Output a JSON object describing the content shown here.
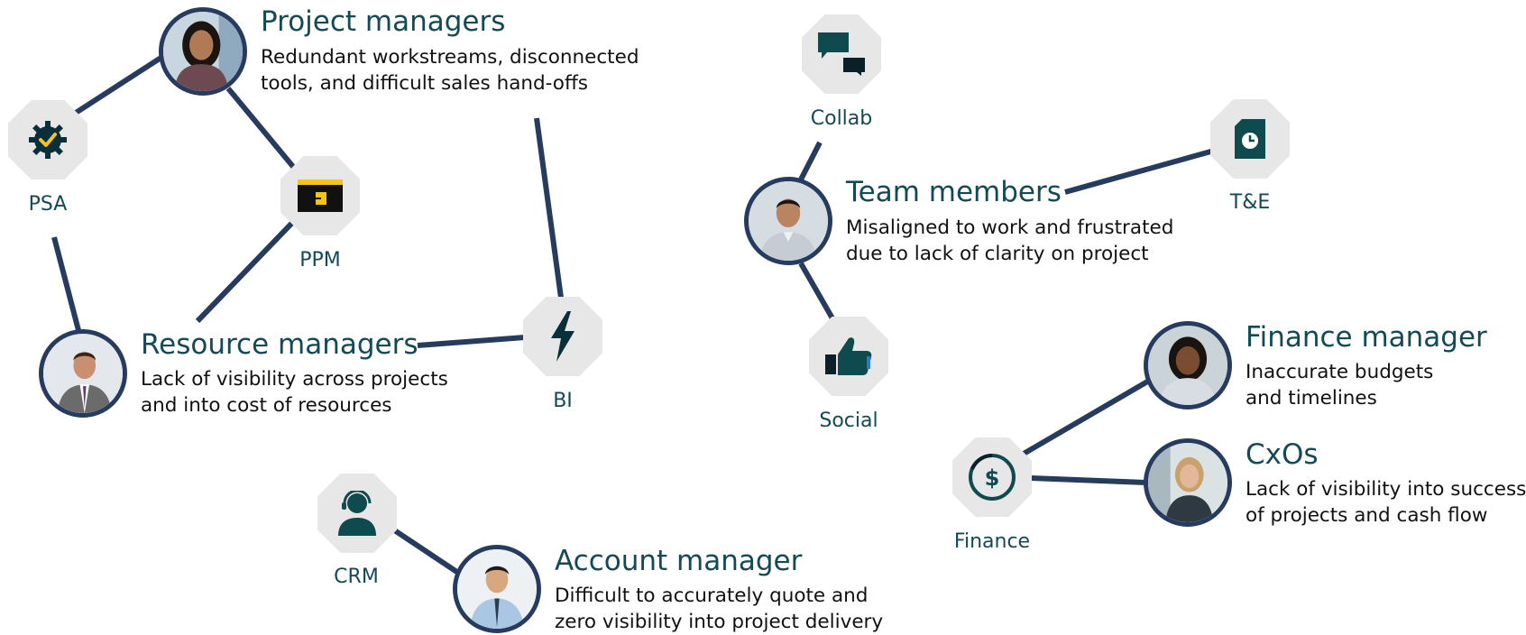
{
  "tools": {
    "psa": {
      "label": "PSA",
      "icon": "gear-check-icon"
    },
    "ppm": {
      "label": "PPM",
      "icon": "ppm-window-icon"
    },
    "bi": {
      "label": "BI",
      "icon": "lightning-icon"
    },
    "crm": {
      "label": "CRM",
      "icon": "headset-person-icon"
    },
    "collab": {
      "label": "Collab",
      "icon": "chat-bubbles-icon"
    },
    "te": {
      "label": "T&E",
      "icon": "clock-document-icon"
    },
    "social": {
      "label": "Social",
      "icon": "thumbs-up-icon"
    },
    "finance": {
      "label": "Finance",
      "icon": "dollar-icon"
    }
  },
  "roles": {
    "project_managers": {
      "title": "Project managers",
      "desc_lines": [
        "Redundant workstreams, disconnected",
        "tools, and difficult sales hand-offs"
      ]
    },
    "resource_managers": {
      "title": "Resource managers",
      "desc_lines": [
        "Lack of visibility across projects",
        "and into cost of resources"
      ]
    },
    "account_manager": {
      "title": "Account manager",
      "desc_lines": [
        "Difficult to accurately quote and",
        "zero visibility into project delivery"
      ]
    },
    "team_members": {
      "title": "Team members",
      "desc_lines": [
        "Misaligned to work and frustrated",
        "due to lack of clarity on project"
      ]
    },
    "finance_manager": {
      "title": "Finance manager",
      "desc_lines": [
        "Inaccurate budgets",
        "and timelines"
      ]
    },
    "cxos": {
      "title": "CxOs",
      "desc_lines": [
        "Lack of visibility into success",
        "of projects and cash flow"
      ]
    }
  },
  "colors": {
    "connector": "#263b5e",
    "title_text": "#134a55",
    "body_text": "#111111",
    "octagon_bg": "#e7e7e7",
    "icon_dark": "#0f4a4f",
    "icon_accent": "#f2c41c"
  }
}
